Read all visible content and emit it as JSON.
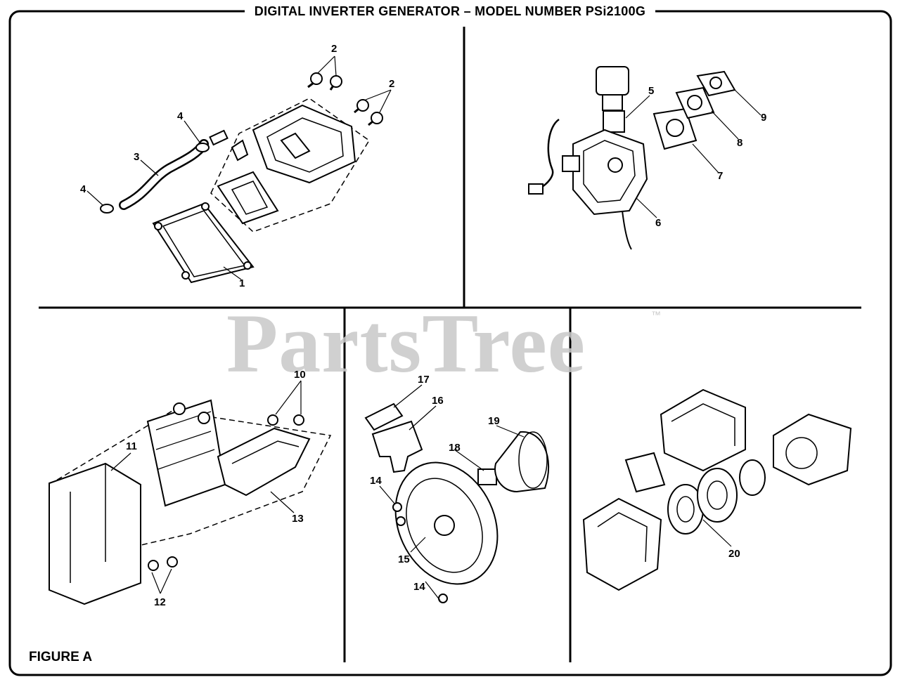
{
  "title": "DIGITAL INVERTER GENERATOR – MODEL NUMBER PSi2100G",
  "figure_label": "FIGURE A",
  "watermark": "PartsTree",
  "watermark_tm": "™",
  "callouts": {
    "c1": "1",
    "c2a": "2",
    "c2b": "2",
    "c3": "3",
    "c4a": "4",
    "c4b": "4",
    "c5": "5",
    "c6": "6",
    "c7": "7",
    "c8": "8",
    "c9": "9",
    "c10": "10",
    "c11": "11",
    "c12": "12",
    "c13": "13",
    "c14a": "14",
    "c14b": "14",
    "c15": "15",
    "c16": "16",
    "c17": "17",
    "c18": "18",
    "c19": "19",
    "c20": "20"
  },
  "icons": {
    "part_1": "valve-cover-gasket-icon",
    "part_2": "bolt-icon",
    "part_3": "breather-hose-icon",
    "part_4": "hose-clamp-icon",
    "part_5": "carburetor-top-icon",
    "part_6": "carburetor-icon",
    "part_7": "gasket-icon",
    "part_8": "insulator-icon",
    "part_9": "gasket-icon",
    "part_10": "bolt-icon",
    "part_11": "muffler-icon",
    "part_12": "bolt-icon",
    "part_13": "muffler-bracket-icon",
    "part_14": "bolt-icon",
    "part_15": "recoil-housing-icon",
    "part_16": "starter-handle-icon",
    "part_17": "rope-grip-icon",
    "part_18": "pulley-icon",
    "part_19": "starter-cup-icon",
    "part_20": "alternator-icon"
  }
}
